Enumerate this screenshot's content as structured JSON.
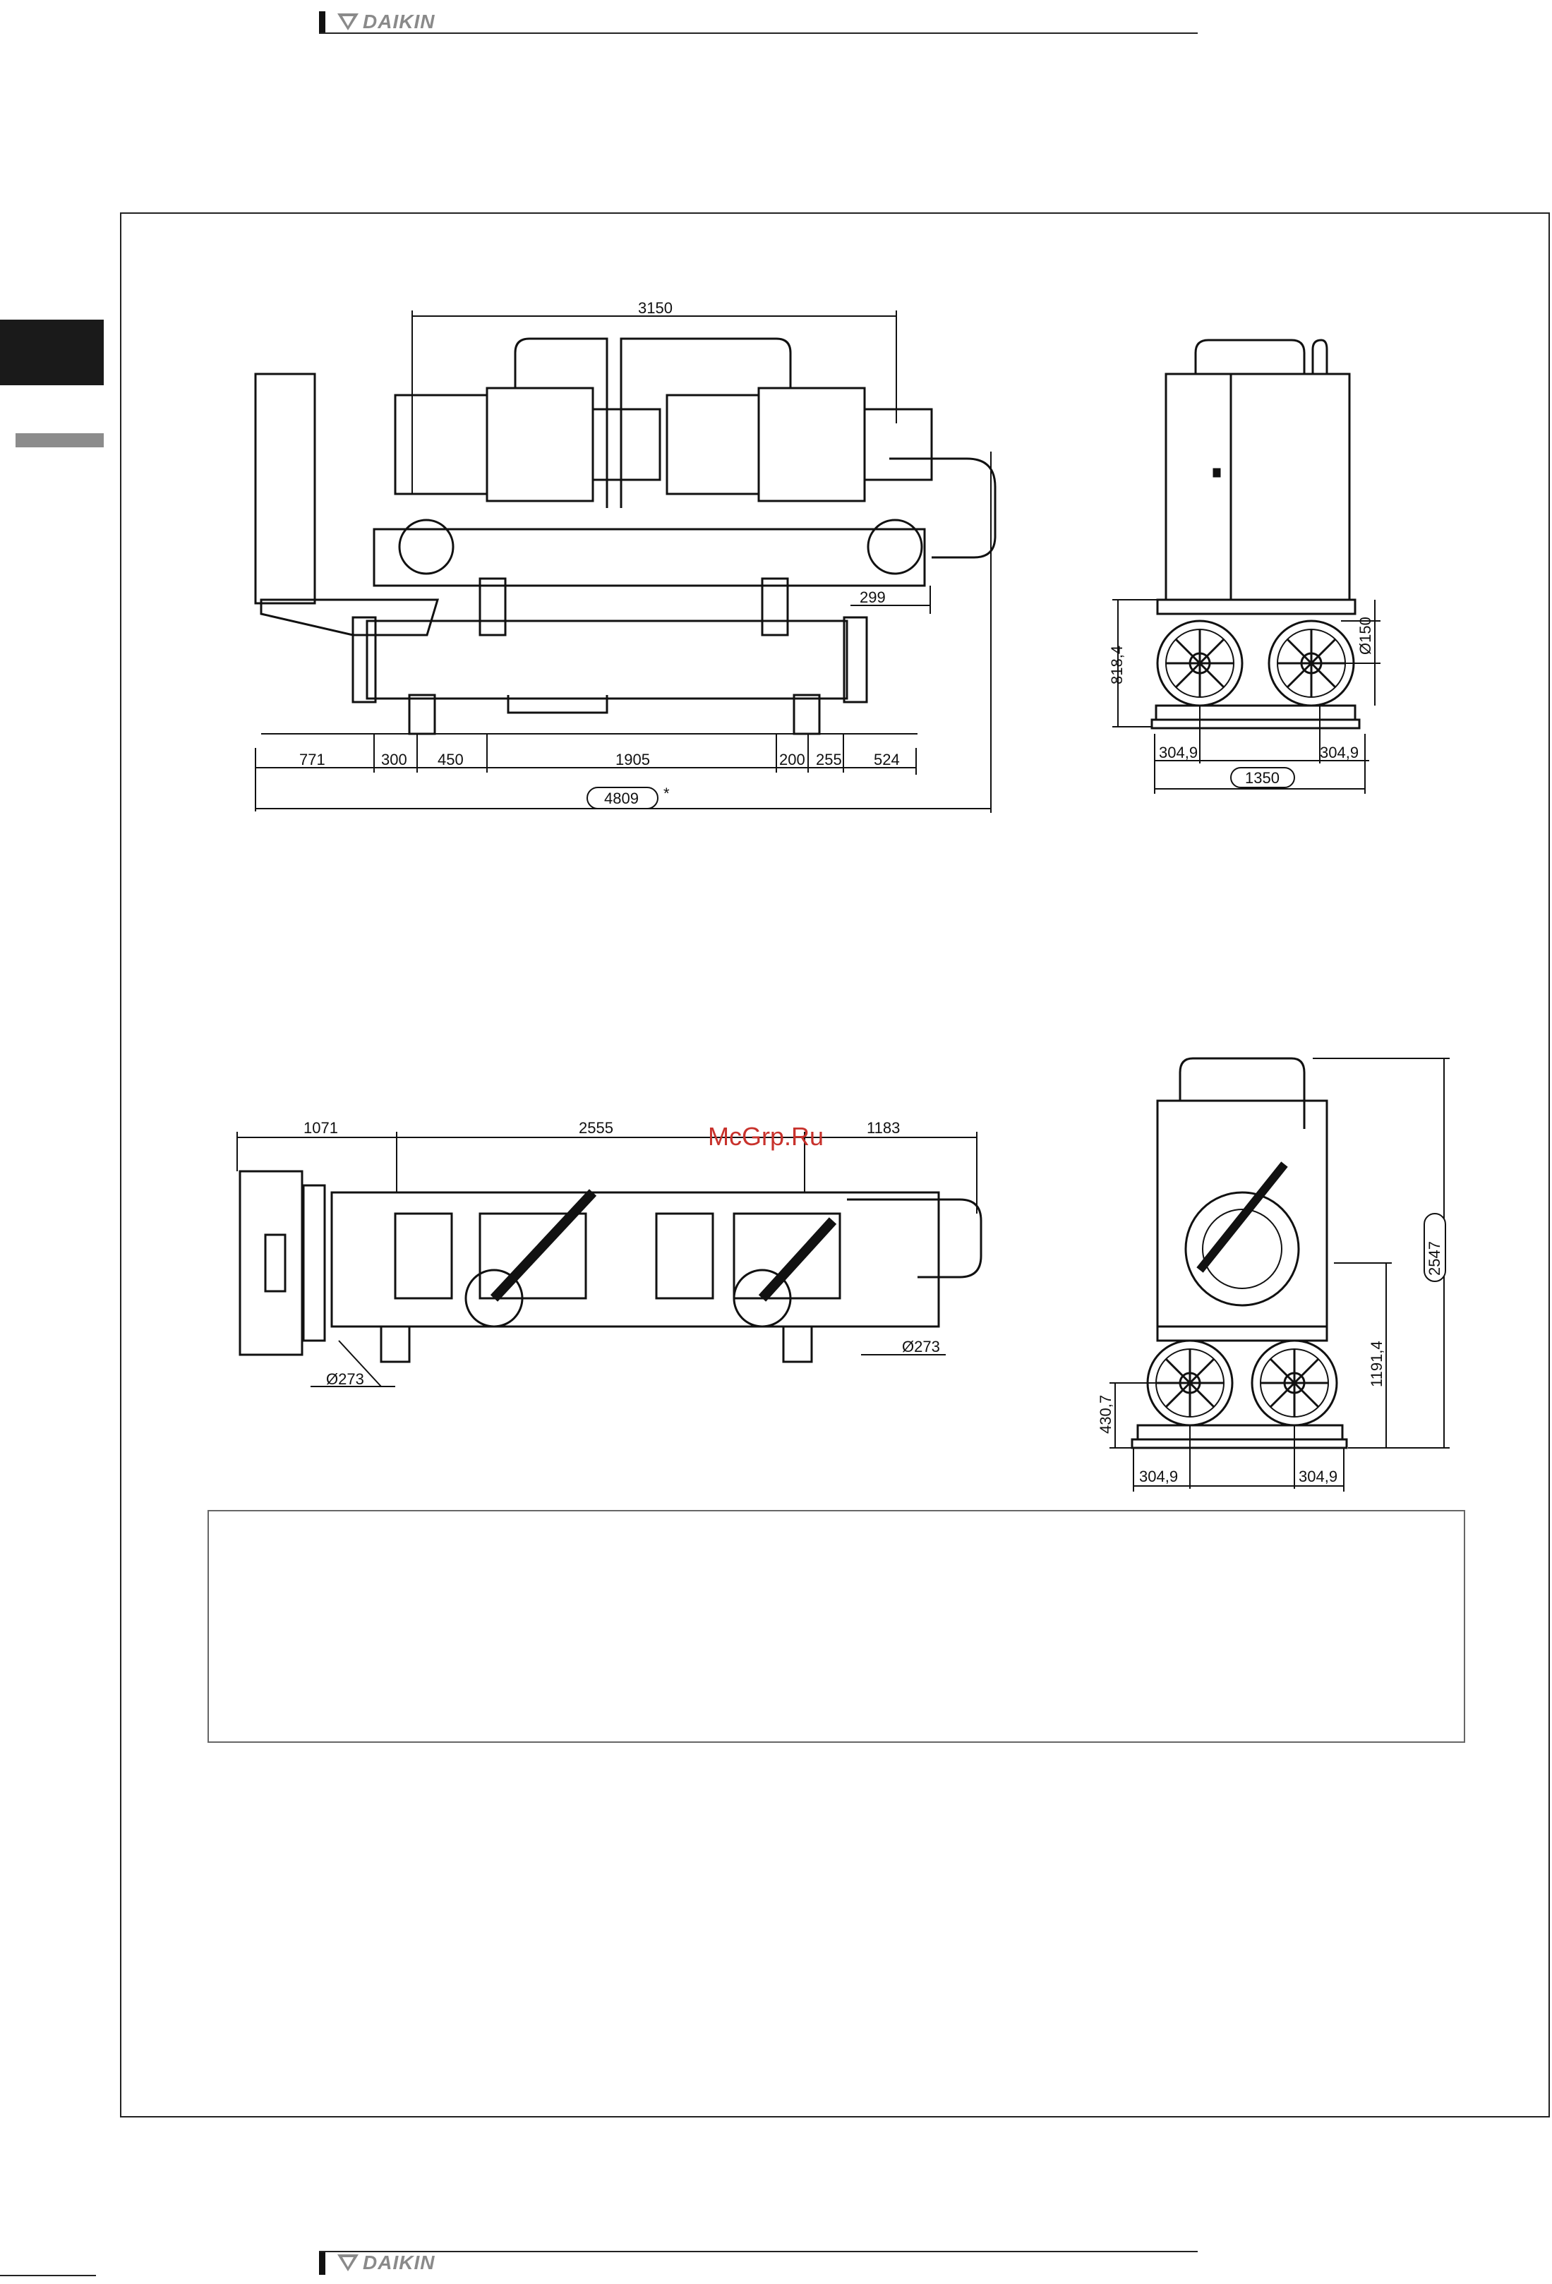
{
  "header": {
    "brand": "DAIKIN"
  },
  "footer": {
    "brand": "DAIKIN"
  },
  "top_drawing": {
    "overall_length": "3150",
    "offset_right": "299",
    "segments": [
      "771",
      "300",
      "450",
      "1905",
      "200",
      "255",
      "524"
    ],
    "total_length": "4809",
    "total_mark": "*"
  },
  "top_side_view": {
    "height": "818,4",
    "pipe_diameter": "Ø150",
    "left_offset": "304,9",
    "width": "1350",
    "right_offset": "304,9"
  },
  "bottom_drawing": {
    "left": "1071",
    "middle": "2555",
    "right": "1183",
    "pipe_left": "Ø273",
    "pipe_right": "Ø273"
  },
  "bottom_side_view": {
    "total_height": "2547",
    "mid_height": "1191,4",
    "low_height": "430,7",
    "left_offset": "304,9",
    "right_offset": "304,9"
  },
  "watermark": "McGrp.Ru"
}
